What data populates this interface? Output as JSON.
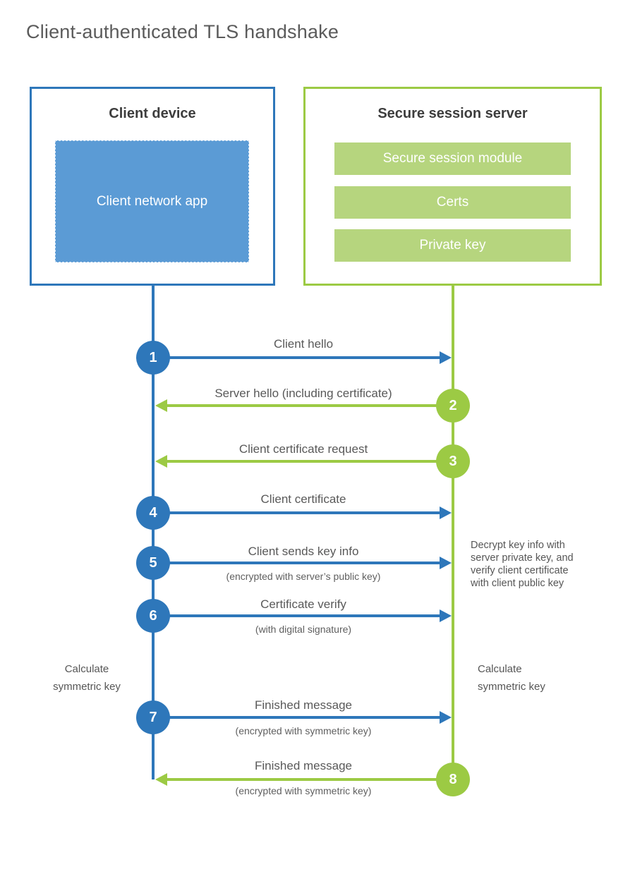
{
  "title": "Client-authenticated TLS handshake",
  "client": {
    "title": "Client device",
    "app_label": "Client network app"
  },
  "server": {
    "title": "Secure session server",
    "modules": [
      "Secure session module",
      "Certs",
      "Private key"
    ]
  },
  "messages": [
    {
      "number": "1",
      "label": "Client hello",
      "sublabel": "",
      "direction": "client-to-server",
      "color": "#2e77ba"
    },
    {
      "number": "2",
      "label": "Server hello (including certificate)",
      "sublabel": "",
      "direction": "server-to-client",
      "color": "#9cca44"
    },
    {
      "number": "3",
      "label": "Client certificate request",
      "sublabel": "",
      "direction": "server-to-client",
      "color": "#9cca44"
    },
    {
      "number": "4",
      "label": "Client certificate",
      "sublabel": "",
      "direction": "client-to-server",
      "color": "#2e77ba"
    },
    {
      "number": "5",
      "label": "Client sends key info",
      "sublabel": "(encrypted with server’s public key)",
      "direction": "client-to-server",
      "color": "#2e77ba"
    },
    {
      "number": "6",
      "label": "Certificate verify",
      "sublabel": "(with digital signature)",
      "direction": "client-to-server",
      "color": "#2e77ba"
    },
    {
      "number": "7",
      "label": "Finished message",
      "sublabel": "(encrypted with symmetric key)",
      "direction": "client-to-server",
      "color": "#2e77ba"
    },
    {
      "number": "8",
      "label": "Finished message",
      "sublabel": "(encrypted with symmetric key)",
      "direction": "server-to-client",
      "color": "#9cca44"
    }
  ],
  "notes": {
    "decrypt": "Decrypt key info with server private key, and verify client certificate with client public key",
    "calc_left": "Calculate symmetric key",
    "calc_right": "Calculate symmetric key"
  },
  "colors": {
    "blue_line": "#2e77ba",
    "blue_fill": "#5b9bd5",
    "green_line": "#9cca44",
    "green_fill": "#b6d57e"
  }
}
